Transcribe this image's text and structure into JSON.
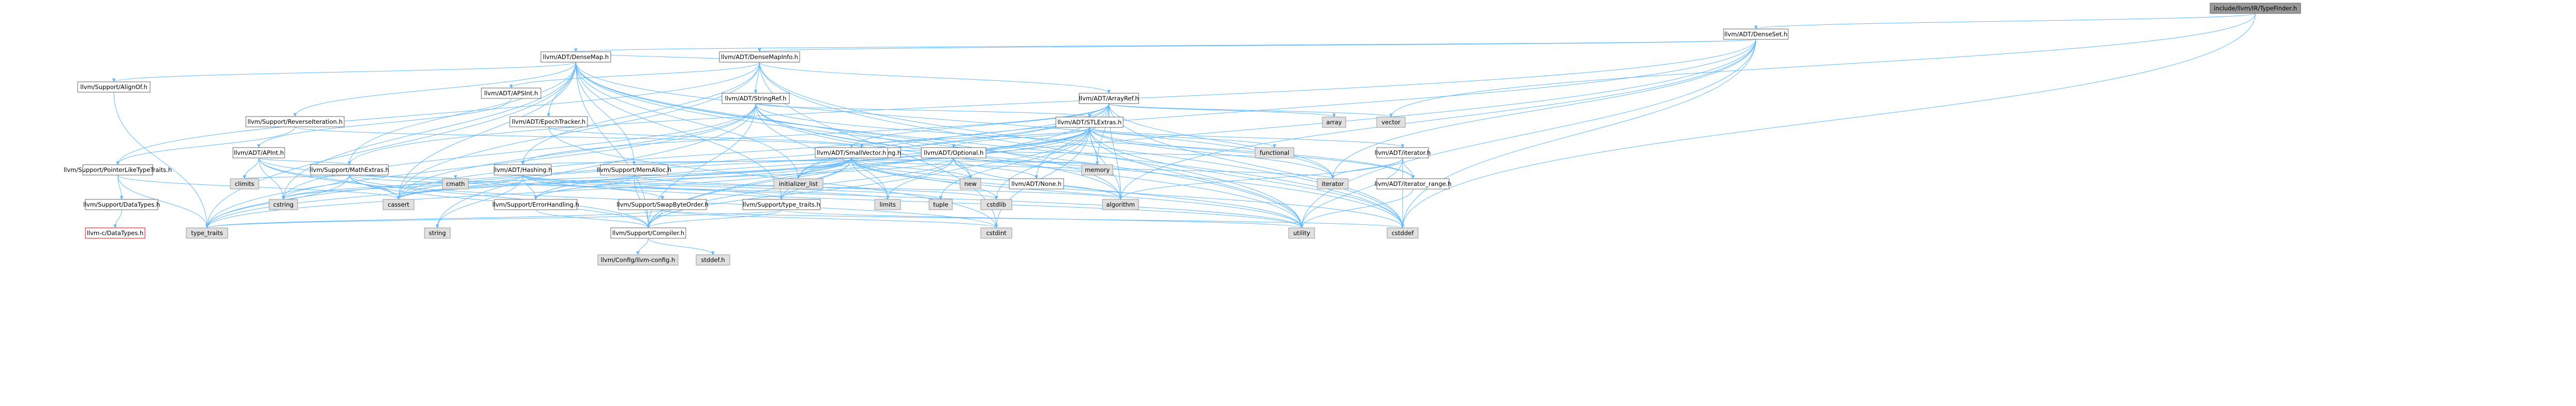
{
  "colors": {
    "root_fill": "#999999",
    "file_fill": "#ffffff",
    "file_stroke": "#666666",
    "system_fill": "#e0e0e0",
    "system_stroke": "#999999",
    "missing_fill": "#ffffff",
    "missing_stroke": "#ff0000",
    "edge": "#63b8ff"
  },
  "nodes": [
    {
      "id": "root",
      "label": "include/llvm/IR/TypeFinder.h",
      "kind": "root"
    },
    {
      "id": "denseset",
      "label": "llvm/ADT/DenseSet.h",
      "kind": "file"
    },
    {
      "id": "densemap",
      "label": "llvm/ADT/DenseMap.h",
      "kind": "file"
    },
    {
      "id": "densemapinfo",
      "label": "llvm/ADT/DenseMapInfo.h",
      "kind": "file"
    },
    {
      "id": "aligntof",
      "label": "llvm/Support/AlignOf.h",
      "kind": "file"
    },
    {
      "id": "apsint",
      "label": "llvm/ADT/APSInt.h",
      "kind": "file"
    },
    {
      "id": "stringref",
      "label": "llvm/ADT/StringRef.h",
      "kind": "file"
    },
    {
      "id": "arrayref",
      "label": "llvm/ADT/ArrayRef.h",
      "kind": "file"
    },
    {
      "id": "reverseiter",
      "label": "llvm/Support/ReverseIteration.h",
      "kind": "file"
    },
    {
      "id": "epochtracker",
      "label": "llvm/ADT/EpochTracker.h",
      "kind": "file"
    },
    {
      "id": "stlextras",
      "label": "llvm/ADT/STLExtras.h",
      "kind": "file"
    },
    {
      "id": "apint",
      "label": "llvm/ADT/APInt.h",
      "kind": "file"
    },
    {
      "id": "abibreak",
      "label": "llvm/Config/abi-breaking.h",
      "kind": "file"
    },
    {
      "id": "smallvector",
      "label": "llvm/ADT/SmallVector.h",
      "kind": "file"
    },
    {
      "id": "optional",
      "label": "llvm/ADT/Optional.h",
      "kind": "file"
    },
    {
      "id": "iterator",
      "label": "llvm/ADT/iterator.h",
      "kind": "file"
    },
    {
      "id": "ptrliketraits",
      "label": "llvm/Support/PointerLikeTypeTraits.h",
      "kind": "file"
    },
    {
      "id": "mathextras",
      "label": "llvm/Support/MathExtras.h",
      "kind": "file"
    },
    {
      "id": "hashing",
      "label": "llvm/ADT/Hashing.h",
      "kind": "file"
    },
    {
      "id": "memalloc",
      "label": "llvm/Support/MemAlloc.h",
      "kind": "file"
    },
    {
      "id": "none",
      "label": "llvm/ADT/None.h",
      "kind": "file"
    },
    {
      "id": "iterrange",
      "label": "llvm/ADT/iterator_range.h",
      "kind": "file"
    },
    {
      "id": "datatypes",
      "label": "llvm/Support/DataTypes.h",
      "kind": "file"
    },
    {
      "id": "errhandling",
      "label": "llvm/Support/ErrorHandling.h",
      "kind": "file"
    },
    {
      "id": "swapbyte",
      "label": "llvm/Support/SwapByteOrder.h",
      "kind": "file"
    },
    {
      "id": "typetraits",
      "label": "llvm/Support/type_traits.h",
      "kind": "file"
    },
    {
      "id": "compiler",
      "label": "llvm/Support/Compiler.h",
      "kind": "file"
    },
    {
      "id": "cdatatypes",
      "label": "llvm-c/DataTypes.h",
      "kind": "missing"
    },
    {
      "id": "llvmconfig",
      "label": "llvm/Config/llvm-config.h",
      "kind": "system"
    },
    {
      "id": "cstddef_h",
      "label": "stddef.h",
      "kind": "system"
    },
    {
      "id": "s_array",
      "label": "array",
      "kind": "system"
    },
    {
      "id": "s_vector",
      "label": "vector",
      "kind": "system"
    },
    {
      "id": "s_functional",
      "label": "functional",
      "kind": "system"
    },
    {
      "id": "s_initlist",
      "label": "initializer_list",
      "kind": "system"
    },
    {
      "id": "s_new",
      "label": "new",
      "kind": "system"
    },
    {
      "id": "s_memory",
      "label": "memory",
      "kind": "system"
    },
    {
      "id": "s_iterator",
      "label": "iterator",
      "kind": "system"
    },
    {
      "id": "s_climits",
      "label": "climits",
      "kind": "system"
    },
    {
      "id": "s_cmath",
      "label": "cmath",
      "kind": "system"
    },
    {
      "id": "s_cstring",
      "label": "cstring",
      "kind": "system"
    },
    {
      "id": "s_cassert",
      "label": "cassert",
      "kind": "system"
    },
    {
      "id": "s_limits",
      "label": "limits",
      "kind": "system"
    },
    {
      "id": "s_tuple",
      "label": "tuple",
      "kind": "system"
    },
    {
      "id": "s_cstdlib",
      "label": "cstdlib",
      "kind": "system"
    },
    {
      "id": "s_algorithm",
      "label": "algorithm",
      "kind": "system"
    },
    {
      "id": "s_string",
      "label": "string",
      "kind": "system"
    },
    {
      "id": "s_typetraits",
      "label": "type_traits",
      "kind": "system"
    },
    {
      "id": "s_cstdint",
      "label": "cstdint",
      "kind": "system"
    },
    {
      "id": "s_utility",
      "label": "utility",
      "kind": "system"
    },
    {
      "id": "s_cstddef",
      "label": "cstddef",
      "kind": "system"
    }
  ],
  "edges": [
    [
      "root",
      "denseset"
    ],
    [
      "root",
      "s_vector"
    ],
    [
      "root",
      "s_cstddef"
    ],
    [
      "denseset",
      "densemap"
    ],
    [
      "denseset",
      "densemapinfo"
    ],
    [
      "denseset",
      "s_initlist"
    ],
    [
      "denseset",
      "mathextras"
    ],
    [
      "denseset",
      "s_iterator"
    ],
    [
      "denseset",
      "s_cstddef"
    ],
    [
      "denseset",
      "s_utility"
    ],
    [
      "denseset",
      "s_algorithm"
    ],
    [
      "denseset",
      "compiler"
    ],
    [
      "densemap",
      "densemapinfo"
    ],
    [
      "densemap",
      "epochtracker"
    ],
    [
      "densemap",
      "aligntof"
    ],
    [
      "densemap",
      "compiler"
    ],
    [
      "densemap",
      "mathextras"
    ],
    [
      "densemap",
      "memalloc"
    ],
    [
      "densemap",
      "reverseiter"
    ],
    [
      "densemap",
      "typetraits"
    ],
    [
      "densemap",
      "s_algorithm"
    ],
    [
      "densemap",
      "s_cassert"
    ],
    [
      "densemap",
      "s_cstddef"
    ],
    [
      "densemap",
      "s_cstring"
    ],
    [
      "densemap",
      "s_initlist"
    ],
    [
      "densemap",
      "s_iterator"
    ],
    [
      "densemap",
      "s_new"
    ],
    [
      "densemap",
      "s_typetraits"
    ],
    [
      "densemap",
      "s_utility"
    ],
    [
      "densemapinfo",
      "apsint"
    ],
    [
      "densemapinfo",
      "arrayref"
    ],
    [
      "densemapinfo",
      "hashing"
    ],
    [
      "densemapinfo",
      "stringref"
    ],
    [
      "densemapinfo",
      "ptrliketraits"
    ],
    [
      "densemapinfo",
      "s_cassert"
    ],
    [
      "densemapinfo",
      "s_cstddef"
    ],
    [
      "densemapinfo",
      "s_cstdint"
    ],
    [
      "densemapinfo",
      "s_utility"
    ],
    [
      "aligntof",
      "s_typetraits"
    ],
    [
      "apsint",
      "apint"
    ],
    [
      "stringref",
      "stlextras"
    ],
    [
      "stringref",
      "iterrange"
    ],
    [
      "stringref",
      "compiler"
    ],
    [
      "stringref",
      "s_algorithm"
    ],
    [
      "stringref",
      "s_cassert"
    ],
    [
      "stringref",
      "s_cstddef"
    ],
    [
      "stringref",
      "s_cstring"
    ],
    [
      "stringref",
      "s_limits"
    ],
    [
      "stringref",
      "s_string"
    ],
    [
      "stringref",
      "s_typetraits"
    ],
    [
      "stringref",
      "s_utility"
    ],
    [
      "arrayref",
      "hashing"
    ],
    [
      "arrayref",
      "none"
    ],
    [
      "arrayref",
      "smallvector"
    ],
    [
      "arrayref",
      "stlextras"
    ],
    [
      "arrayref",
      "compiler"
    ],
    [
      "arrayref",
      "s_algorithm"
    ],
    [
      "arrayref",
      "s_array"
    ],
    [
      "arrayref",
      "s_cassert"
    ],
    [
      "arrayref",
      "s_cstddef"
    ],
    [
      "arrayref",
      "s_initlist"
    ],
    [
      "arrayref",
      "s_iterator"
    ],
    [
      "arrayref",
      "s_memory"
    ],
    [
      "arrayref",
      "s_typetraits"
    ],
    [
      "arrayref",
      "s_vector"
    ],
    [
      "reverseiter",
      "abibreak"
    ],
    [
      "reverseiter",
      "ptrliketraits"
    ],
    [
      "epochtracker",
      "abibreak"
    ],
    [
      "epochtracker",
      "s_cstdint"
    ],
    [
      "stlextras",
      "optional"
    ],
    [
      "stlextras",
      "iterator"
    ],
    [
      "stlextras",
      "iterrange"
    ],
    [
      "stlextras",
      "abibreak"
    ],
    [
      "stlextras",
      "errhandling"
    ],
    [
      "stlextras",
      "s_algorithm"
    ],
    [
      "stlextras",
      "s_cassert"
    ],
    [
      "stlextras",
      "s_cstddef"
    ],
    [
      "stlextras",
      "s_cstdint"
    ],
    [
      "stlextras",
      "s_cstdlib"
    ],
    [
      "stlextras",
      "s_functional"
    ],
    [
      "stlextras",
      "s_initlist"
    ],
    [
      "stlextras",
      "s_iterator"
    ],
    [
      "stlextras",
      "s_limits"
    ],
    [
      "stlextras",
      "s_memory"
    ],
    [
      "stlextras",
      "s_tuple"
    ],
    [
      "stlextras",
      "s_typetraits"
    ],
    [
      "stlextras",
      "s_utility"
    ],
    [
      "apint",
      "compiler"
    ],
    [
      "apint",
      "mathextras"
    ],
    [
      "apint",
      "s_cassert"
    ],
    [
      "apint",
      "s_climits"
    ],
    [
      "apint",
      "s_cstring"
    ],
    [
      "apint",
      "s_utility"
    ],
    [
      "smallvector",
      "compiler"
    ],
    [
      "smallvector",
      "errhandling"
    ],
    [
      "smallvector",
      "memalloc"
    ],
    [
      "smallvector",
      "typetraits"
    ],
    [
      "smallvector",
      "s_algorithm"
    ],
    [
      "smallvector",
      "s_cassert"
    ],
    [
      "smallvector",
      "s_cstddef"
    ],
    [
      "smallvector",
      "s_cstdlib"
    ],
    [
      "smallvector",
      "s_cstring"
    ],
    [
      "smallvector",
      "s_functional"
    ],
    [
      "smallvector",
      "s_initlist"
    ],
    [
      "smallvector",
      "s_iterator"
    ],
    [
      "smallvector",
      "s_limits"
    ],
    [
      "smallvector",
      "s_memory"
    ],
    [
      "smallvector",
      "s_new"
    ],
    [
      "smallvector",
      "s_typetraits"
    ],
    [
      "smallvector",
      "s_utility"
    ],
    [
      "optional",
      "hashing"
    ],
    [
      "optional",
      "none"
    ],
    [
      "optional",
      "compiler"
    ],
    [
      "optional",
      "typetraits"
    ],
    [
      "optional",
      "s_cassert"
    ],
    [
      "optional",
      "s_memory"
    ],
    [
      "optional",
      "s_new"
    ],
    [
      "optional",
      "s_utility"
    ],
    [
      "iterator",
      "iterrange"
    ],
    [
      "iterator",
      "s_algorithm"
    ],
    [
      "iterator",
      "s_cstddef"
    ],
    [
      "iterator",
      "s_iterator"
    ],
    [
      "iterator",
      "s_utility"
    ],
    [
      "ptrliketraits",
      "datatypes"
    ],
    [
      "ptrliketraits",
      "s_cassert"
    ],
    [
      "ptrliketraits",
      "s_typetraits"
    ],
    [
      "mathextras",
      "compiler"
    ],
    [
      "mathextras",
      "s_cassert"
    ],
    [
      "mathextras",
      "s_climits"
    ],
    [
      "mathextras",
      "s_cmath"
    ],
    [
      "mathextras",
      "s_cstdint"
    ],
    [
      "mathextras",
      "s_cstring"
    ],
    [
      "mathextras",
      "s_limits"
    ],
    [
      "mathextras",
      "s_typetraits"
    ],
    [
      "hashing",
      "errhandling"
    ],
    [
      "hashing",
      "swapbyte"
    ],
    [
      "hashing",
      "typetraits"
    ],
    [
      "hashing",
      "s_algorithm"
    ],
    [
      "hashing",
      "s_cassert"
    ],
    [
      "hashing",
      "s_cstring"
    ],
    [
      "hashing",
      "s_string"
    ],
    [
      "hashing",
      "s_tuple"
    ],
    [
      "hashing",
      "s_utility"
    ],
    [
      "memalloc",
      "compiler"
    ],
    [
      "memalloc",
      "errhandling"
    ],
    [
      "memalloc",
      "s_cstdlib"
    ],
    [
      "iterrange",
      "s_utility"
    ],
    [
      "datatypes",
      "cdatatypes"
    ],
    [
      "errhandling",
      "compiler"
    ],
    [
      "swapbyte",
      "compiler"
    ],
    [
      "swapbyte",
      "s_cstddef"
    ],
    [
      "swapbyte",
      "s_cstdint"
    ],
    [
      "swapbyte",
      "s_typetraits"
    ],
    [
      "typetraits",
      "compiler"
    ],
    [
      "typetraits",
      "s_typetraits"
    ],
    [
      "typetraits",
      "s_utility"
    ],
    [
      "compiler",
      "llvmconfig"
    ],
    [
      "compiler",
      "cstddef_h"
    ]
  ]
}
